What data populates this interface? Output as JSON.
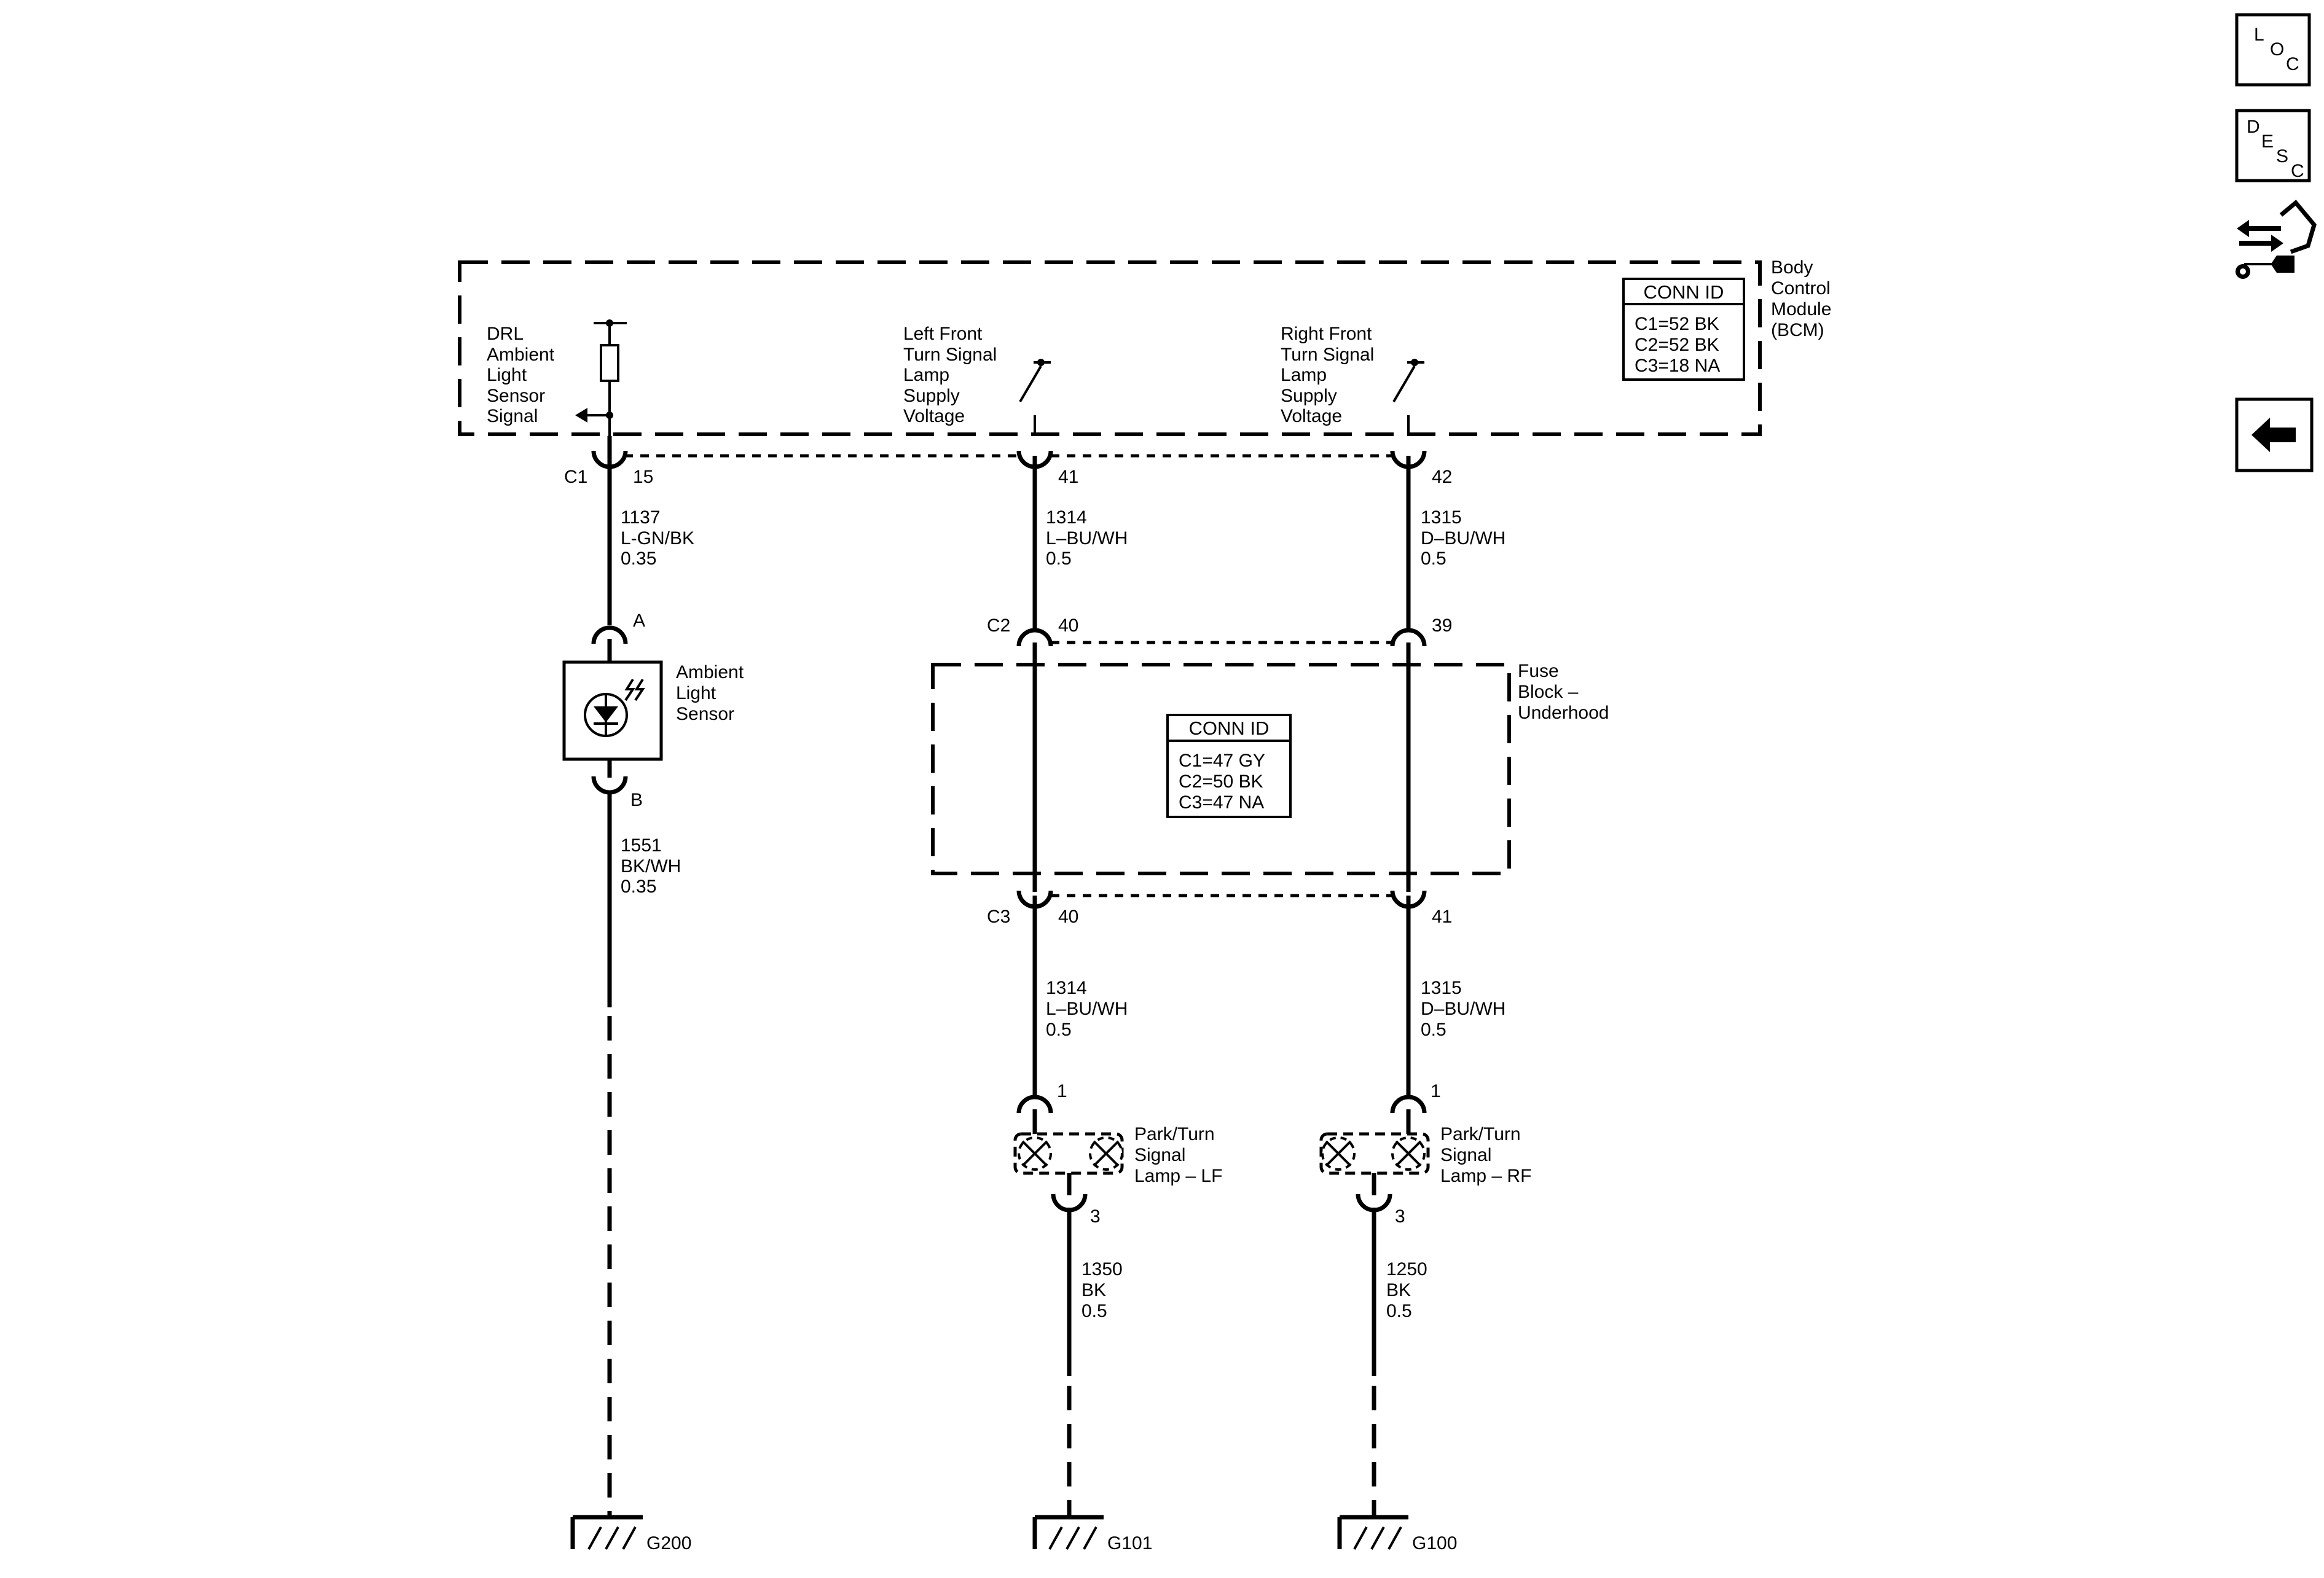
{
  "modules": {
    "bcm": {
      "name_lines": [
        "Body",
        "Control",
        "Module",
        "(BCM)"
      ],
      "conn_id": {
        "title": "CONN ID",
        "lines": [
          "C1=52 BK",
          "C2=52 BK",
          "C3=18 NA"
        ]
      }
    },
    "fuse_block": {
      "name_lines": [
        "Fuse",
        "Block –",
        "Underhood"
      ],
      "conn_id": {
        "title": "CONN ID",
        "lines": [
          "C1=47 GY",
          "C2=50 BK",
          "C3=47 NA"
        ]
      }
    }
  },
  "signals": {
    "drl": [
      "DRL",
      "Ambient",
      "Light",
      "Sensor",
      "Signal"
    ],
    "left_front": [
      "Left Front",
      "Turn Signal",
      "Lamp",
      "Supply",
      "Voltage"
    ],
    "right_front": [
      "Right Front",
      "Turn Signal",
      "Lamp",
      "Supply",
      "Voltage"
    ]
  },
  "connectors": {
    "c1": "C1",
    "c1_pin_drl": "15",
    "c1_pin_lf": "41",
    "c1_pin_rf": "42",
    "c2": "C2",
    "c2_pin_lf": "40",
    "c2_pin_rf": "39",
    "c3": "C3",
    "c3_pin_lf": "40",
    "c3_pin_rf": "41",
    "sensor_pin_a": "A",
    "sensor_pin_b": "B",
    "lamp_lf_pin_in": "1",
    "lamp_lf_pin_out": "3",
    "lamp_rf_pin_in": "1",
    "lamp_rf_pin_out": "3"
  },
  "wires": {
    "w1137": [
      "1137",
      "L-GN/BK",
      "0.35"
    ],
    "w1551": [
      "1551",
      "BK/WH",
      "0.35"
    ],
    "w1314_top": [
      "1314",
      "L–BU/WH",
      "0.5"
    ],
    "w1315_top": [
      "1315",
      "D–BU/WH",
      "0.5"
    ],
    "w1314_bot": [
      "1314",
      "L–BU/WH",
      "0.5"
    ],
    "w1315_bot": [
      "1315",
      "D–BU/WH",
      "0.5"
    ],
    "w1350": [
      "1350",
      "BK",
      "0.5"
    ],
    "w1250": [
      "1250",
      "BK",
      "0.5"
    ]
  },
  "components": {
    "ambient_sensor": [
      "Ambient",
      "Light",
      "Sensor"
    ],
    "lamp_lf": [
      "Park/Turn",
      "Signal",
      "Lamp – LF"
    ],
    "lamp_rf": [
      "Park/Turn",
      "Signal",
      "Lamp – RF"
    ]
  },
  "grounds": {
    "g200": "G200",
    "g101": "G101",
    "g100": "G100"
  },
  "sidebar": {
    "loc": [
      "L",
      "O",
      "C"
    ],
    "desc": [
      "D",
      "E",
      "S",
      "C"
    ],
    "icons": {
      "connector_end_view": "connector-end-view-icon",
      "back": "back-arrow-icon"
    }
  }
}
